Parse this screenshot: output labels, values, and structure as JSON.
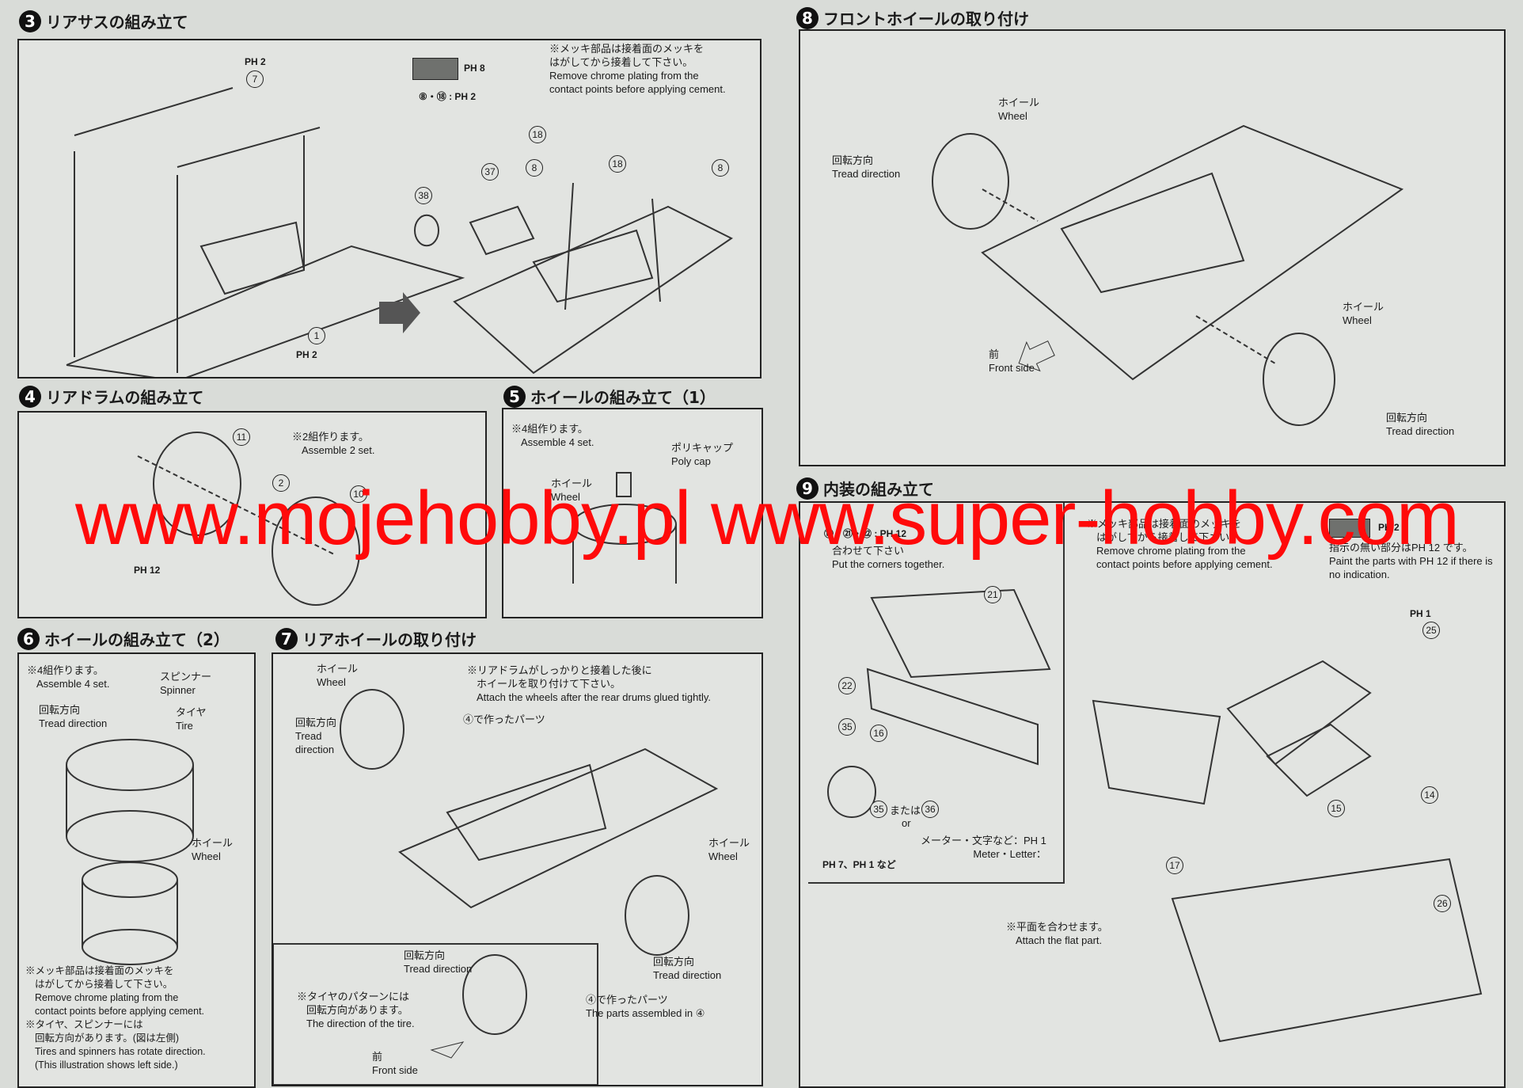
{
  "s3": {
    "num": "3",
    "title": "リアサスの組み立て",
    "chrome_jp1": "※メッキ部品は接着面のメッキを",
    "chrome_jp2": "はがしてから接着して下さい。",
    "chrome_en1": "Remove chrome plating from the",
    "chrome_en2": "contact points before applying cement.",
    "swatch_label": "PH 8",
    "parts_label": "⑧・⑱ : PH 2",
    "callouts": [
      "7",
      "1",
      "38",
      "37",
      "18",
      "8",
      "18",
      "8"
    ],
    "ph_a": "PH 2",
    "ph_b": "PH 2"
  },
  "s4": {
    "num": "4",
    "title": "リアドラムの組み立て",
    "note_jp": "※2組作ります。",
    "note_en": "Assemble 2 set.",
    "callouts": [
      "11",
      "2",
      "10"
    ],
    "ph": "PH 12"
  },
  "s5": {
    "num": "5",
    "title": "ホイールの組み立て（1）",
    "note_jp": "※4組作ります。",
    "note_en": "Assemble 4 set.",
    "polycap_jp": "ポリキャップ",
    "polycap_en": "Poly cap",
    "wheel_jp": "ホイール",
    "wheel_en": "Wheel"
  },
  "s6": {
    "num": "6",
    "title": "ホイールの組み立て（2）",
    "note_jp": "※4組作ります。",
    "note_en": "Assemble 4 set.",
    "spinner_jp": "スピンナー",
    "spinner_en": "Spinner",
    "tread_jp": "回転方向",
    "tread_en": "Tread direction",
    "tire_jp": "タイヤ",
    "tire_en": "Tire",
    "wheel_jp": "ホイール",
    "wheel_en": "Wheel",
    "chrome_jp1": "※メッキ部品は接着面のメッキを",
    "chrome_jp2": "はがしてから接着して下さい。",
    "chrome_en1": "Remove chrome plating from the",
    "chrome_en2": "contact points before applying cement.",
    "rot_jp": "※タイヤ、スピンナーには",
    "rot_jp2": "回転方向があります。(図は左側)",
    "rot_en1": "Tires and spinners has rotate direction.",
    "rot_en2": "(This illustration shows left side.)"
  },
  "s7": {
    "num": "7",
    "title": "リアホイールの取り付け",
    "wheel_jp": "ホイール",
    "wheel_en": "Wheel",
    "tread_jp": "回転方向",
    "tread_en1": "Tread",
    "tread_en2": "direction",
    "note_jp1": "※リアドラムがしっかりと接着した後に",
    "note_jp2": "ホイールを取り付けて下さい。",
    "note_en": "Attach the wheels after the rear drums glued tightly.",
    "made4": "④で作ったパーツ",
    "wheel2_jp": "ホイール",
    "wheel2_en": "Wheel",
    "tread2_jp": "回転方向",
    "tread2_en": "Tread direction",
    "made4b": "④で作ったパーツ",
    "made4b_en": "The parts assembled in ④",
    "tire_tread_jp": "回転方向",
    "tire_tread_en": "Tread direction",
    "tire_note_jp1": "※タイヤのパターンには",
    "tire_note_jp2": "回転方向があります。",
    "tire_note_en": "The direction of the tire.",
    "front_jp": "前",
    "front_en": "Front side"
  },
  "s8": {
    "num": "8",
    "title": "フロントホイールの取り付け",
    "wheel_jp": "ホイール",
    "wheel_en": "Wheel",
    "tread_jp": "回転方向",
    "tread_en": "Tread direction",
    "front_jp": "前",
    "front_en": "Front side",
    "wheel2_jp": "ホイール",
    "wheel2_en": "Wheel",
    "tread2_jp": "回転方向",
    "tread2_en": "Tread direction"
  },
  "s9": {
    "num": "9",
    "title": "内装の組み立て",
    "parts": "⑯・㉑・㉒ : PH 12",
    "corners_jp": "合わせて下さい",
    "corners_en": "Put the corners together.",
    "chrome_jp1": "※メッキ部品は接着面のメッキを",
    "chrome_jp2": "はがしてから接着して下さい。",
    "chrome_en1": "Remove chrome plating from the",
    "chrome_en2": "contact points before applying cement.",
    "swatch_label": "PH 2",
    "paint_jp": "指示の無い部分はPH 12 です。",
    "paint_en1": "Paint the parts with PH 12 if there is",
    "paint_en2": "no indication.",
    "callouts": [
      "21",
      "22",
      "35",
      "16",
      "35",
      "36",
      "25",
      "15",
      "14",
      "17",
      "26"
    ],
    "or_jp": "または",
    "or_en": "or",
    "meter_jp": "メーター・文字など：PH 1",
    "meter_en": "Meter・Letter：",
    "steer_ph": "PH 7、PH 1 など",
    "ph_seat": "PH 1",
    "flat_jp": "※平面を合わせます。",
    "flat_en": "Attach the flat part."
  },
  "watermark": "www.mojehobby.pl www.super-hobby.com"
}
